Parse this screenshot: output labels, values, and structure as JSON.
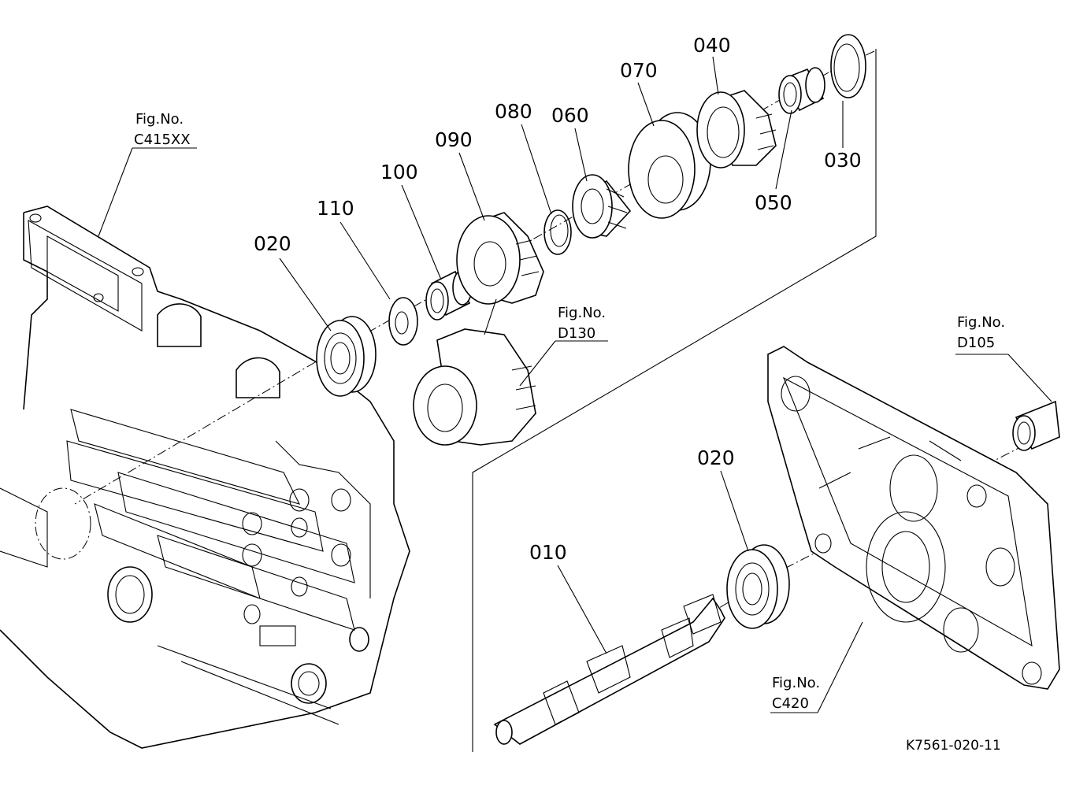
{
  "diagram": {
    "part_labels": {
      "p010": "010",
      "p020a": "020",
      "p020b": "020",
      "p030": "030",
      "p040": "040",
      "p050": "050",
      "p060": "060",
      "p070": "070",
      "p080": "080",
      "p090": "090",
      "p100": "100",
      "p110": "110"
    },
    "figure_refs": {
      "c415xx": {
        "line1": "Fig.No.",
        "line2": "C415XX"
      },
      "d130": {
        "line1": "Fig.No.",
        "line2": "D130"
      },
      "d105": {
        "line1": "Fig.No.",
        "line2": "D105"
      },
      "c420": {
        "line1": "Fig.No.",
        "line2": "C420"
      }
    },
    "drawing_code": "K7561-020-11"
  }
}
